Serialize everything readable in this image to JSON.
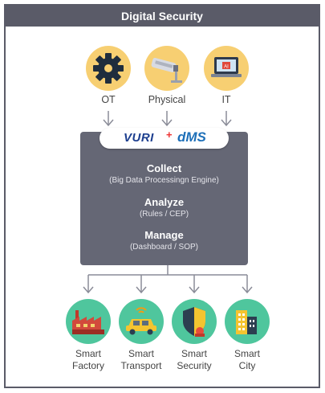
{
  "header": {
    "title": "Digital Security"
  },
  "sources": [
    {
      "label": "OT",
      "icon": "gear-icon"
    },
    {
      "label": "Physical",
      "icon": "cctv-camera-icon"
    },
    {
      "label": "IT",
      "icon": "ai-laptop-icon"
    }
  ],
  "platform": {
    "logo_vur": "VURI",
    "logo_plus": "+",
    "logo_dms": "dMS",
    "steps": [
      {
        "title": "Collect",
        "subtitle": "(Big Data Processingn Engine)"
      },
      {
        "title": "Analyze",
        "subtitle": "(Rules / CEP)"
      },
      {
        "title": "Manage",
        "subtitle": "(Dashboard / SOP)"
      }
    ]
  },
  "applications": [
    {
      "line1": "Smart",
      "line2": "Factory",
      "icon": "factory-icon"
    },
    {
      "line1": "Smart",
      "line2": "Transport",
      "icon": "taxi-icon"
    },
    {
      "line1": "Smart",
      "line2": "Security",
      "icon": "shield-icon"
    },
    {
      "line1": "Smart",
      "line2": "City",
      "icon": "city-buildings-icon"
    }
  ],
  "colors": {
    "header": "#5a5b68",
    "platform_box": "#656775",
    "source_circle": "#f7cf72",
    "app_circle": "#4fc69d"
  }
}
